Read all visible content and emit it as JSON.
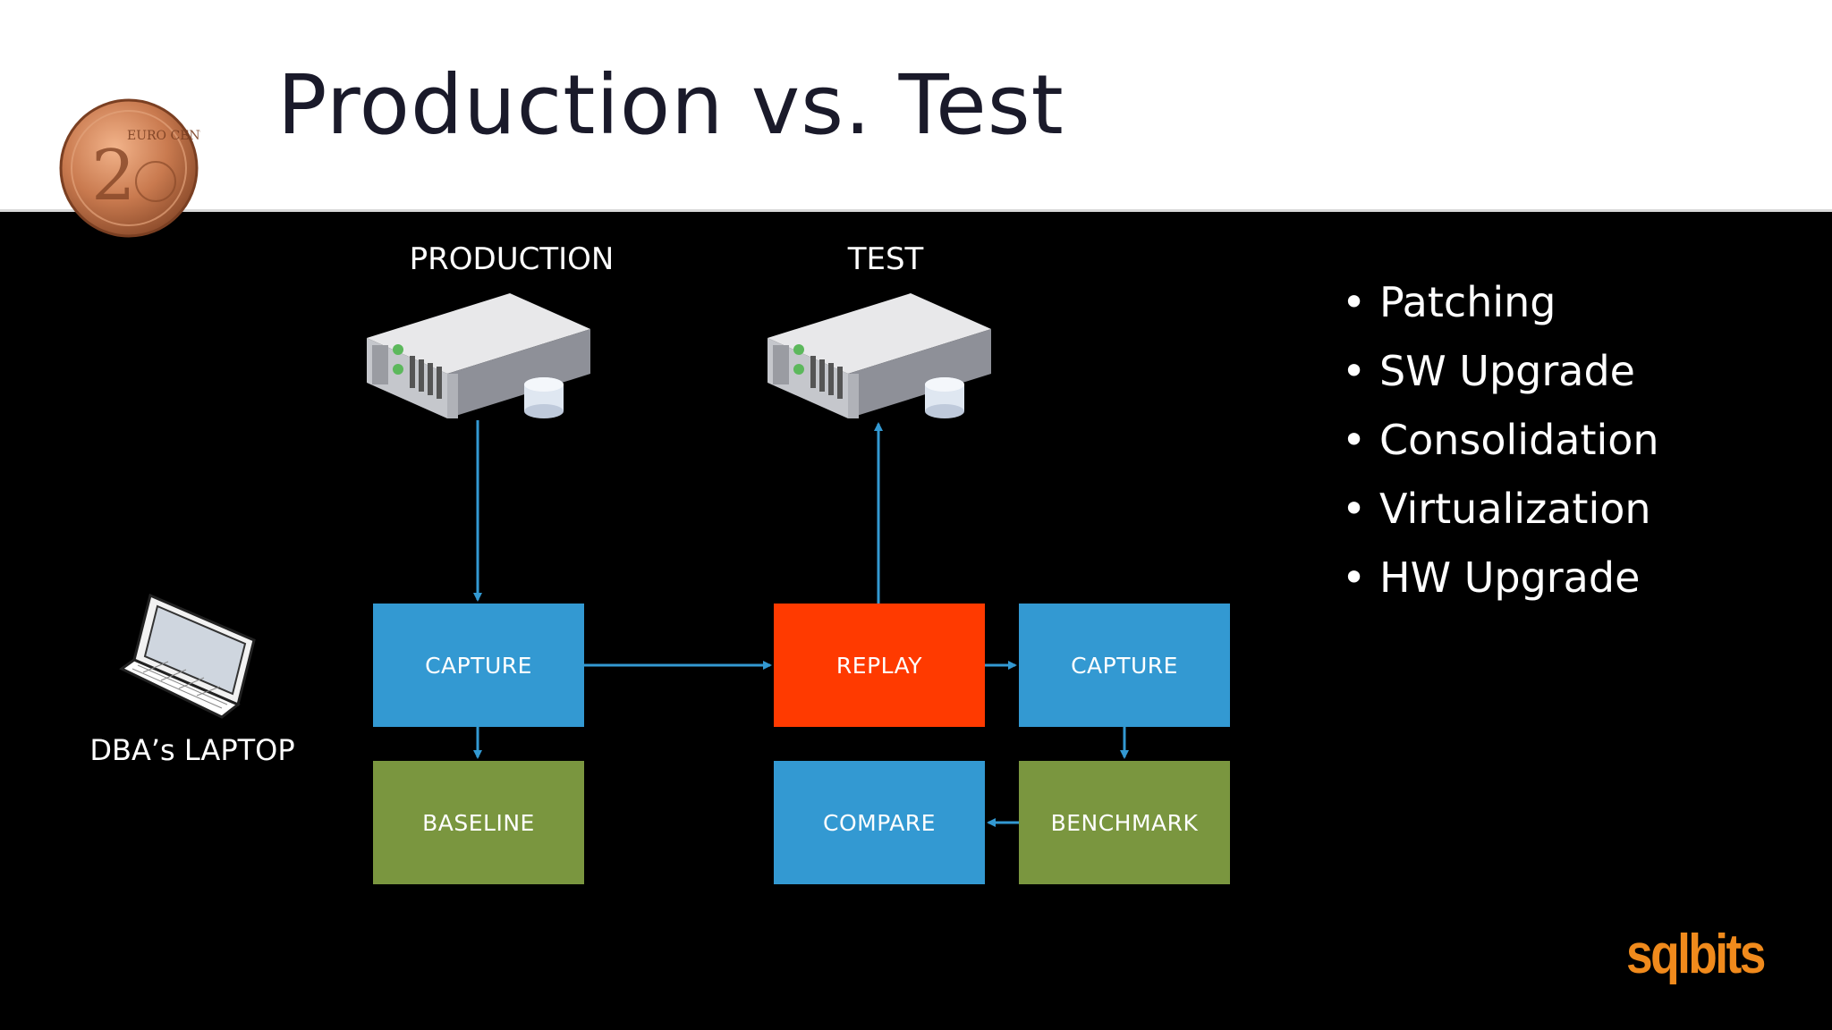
{
  "slide": {
    "title": "Production vs. Test",
    "coin_text": "EURO CENT",
    "coin_value": "2"
  },
  "servers": {
    "production_label": "PRODUCTION",
    "test_label": "TEST"
  },
  "boxes": {
    "capture_prod": "CAPTURE",
    "baseline": "BASELINE",
    "replay": "REPLAY",
    "capture_test": "CAPTURE",
    "compare": "COMPARE",
    "benchmark": "BENCHMARK"
  },
  "laptop": {
    "label": "DBA’s LAPTOP"
  },
  "bullets": [
    "Patching",
    "SW Upgrade",
    "Consolidation",
    "Virtualization",
    "HW Upgrade"
  ],
  "logo": {
    "text": "sqlbits"
  },
  "colors": {
    "blue": "#3399d2",
    "green": "#7a963f",
    "red": "#ff3a00",
    "arrow": "#3399d2",
    "logo": "#f08a1c"
  }
}
